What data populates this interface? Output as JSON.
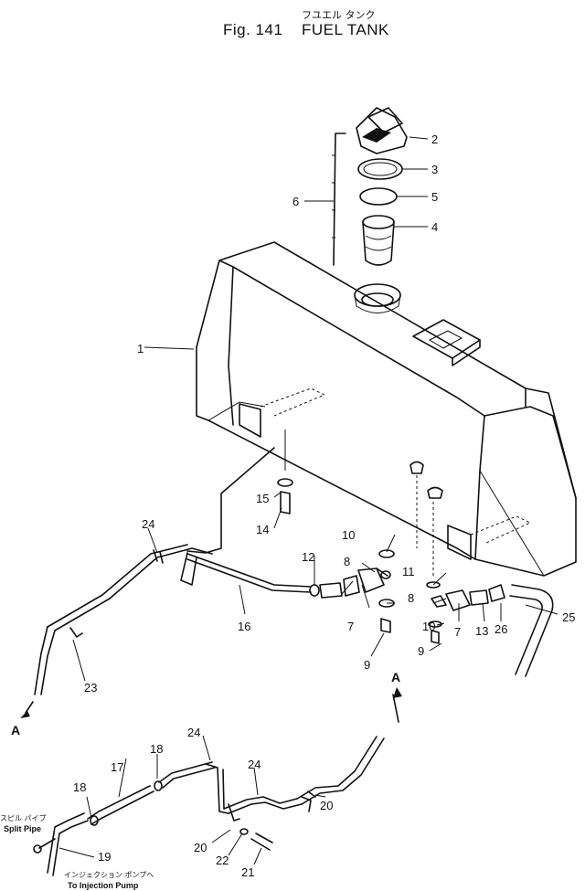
{
  "header": {
    "title_jp": "フユエル タンク",
    "fig_label": "Fig. 141",
    "title_en": "FUEL TANK"
  },
  "callouts": [
    "1",
    "2",
    "3",
    "5",
    "4",
    "6",
    "15",
    "14",
    "24",
    "12",
    "8",
    "10",
    "11",
    "16",
    "7",
    "9",
    "8",
    "10",
    "7",
    "13",
    "26",
    "25",
    "9",
    "23",
    "24",
    "18",
    "17",
    "18",
    "24",
    "20",
    "20",
    "22",
    "21",
    "19"
  ],
  "arrow_labels": [
    "A",
    "A"
  ],
  "notes": {
    "split_pipe_jp": "スピル パイプ",
    "split_pipe_en": "Split Pipe",
    "injection_pump_jp": "インジェクション ポンプへ",
    "injection_pump_en": "To Injection Pump"
  }
}
